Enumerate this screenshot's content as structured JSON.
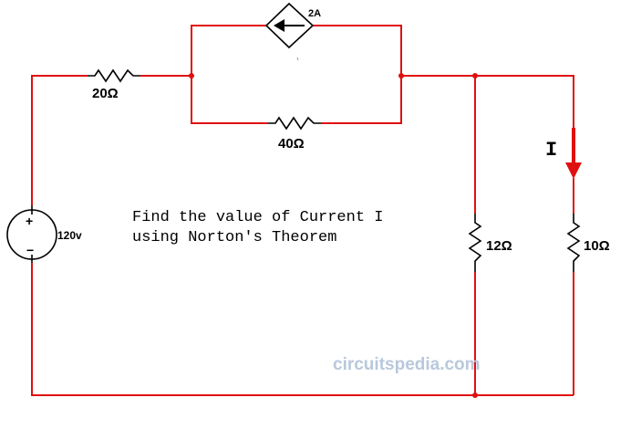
{
  "circuit": {
    "source_label": "120v",
    "source_plus": "+",
    "source_minus": "−",
    "current_source_label": "2A",
    "r20_label": "20Ω",
    "r40_label": "40Ω",
    "r12_label": "12Ω",
    "r10_label": "10Ω",
    "current_label": "I",
    "question_line1": "Find the value of Current I",
    "question_line2": "using Norton's Theorem",
    "watermark": "circuitspedia.com",
    "wire_color": "#e01010",
    "arrow_color": "#e01010"
  }
}
